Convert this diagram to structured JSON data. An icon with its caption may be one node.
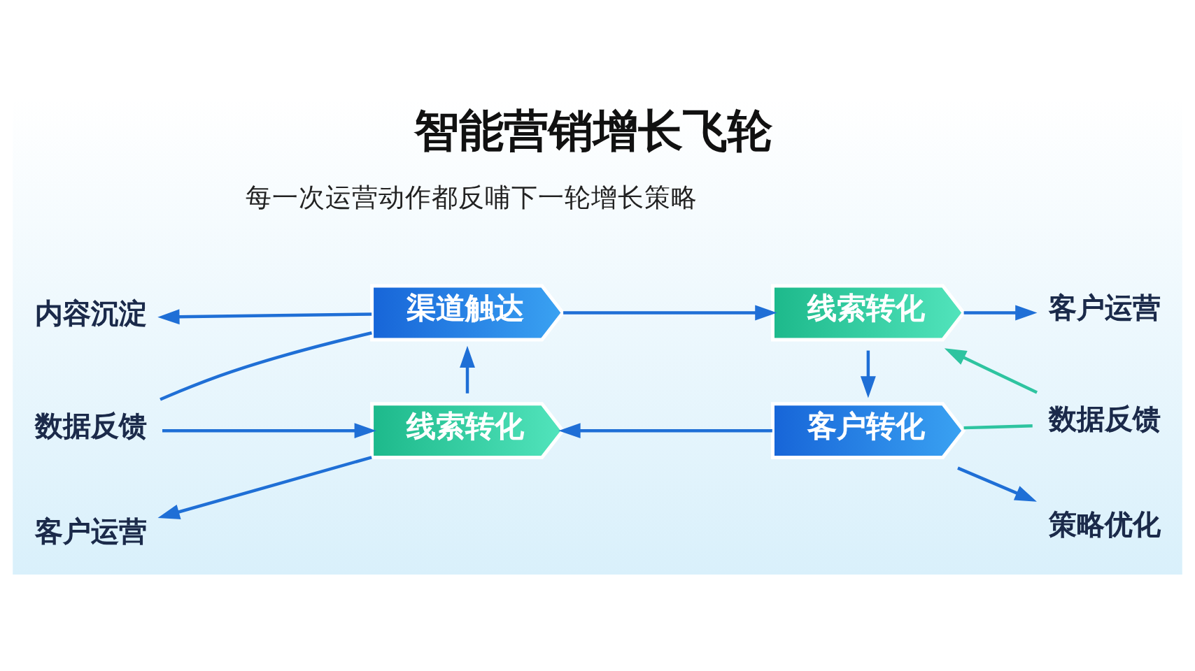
{
  "diagram": {
    "title": "智能营销增长飞轮",
    "nodes": [
      {
        "text": [
          "内容沉淀"
        ]
      },
      {
        "text": [
          "渠道触达"
        ]
      },
      {
        "text": [
          "线索转化"
        ]
      },
      {
        "text": [
          "客户运营"
        ]
      },
      {
        "text": [
          "数据反馈"
        ]
      },
      {
        "text": [
          "数据反馈"
        ]
      },
      {
        "text": [
          "客户运营"
        ]
      },
      {
        "text": [
          "线索转化"
        ]
      },
      {
        "text": [
          "客户转化"
        ]
      },
      {
        "text": [
          "策略优化"
        ]
      }
    ],
    "edges": [
      {
        "from": 1,
        "to": 2,
        "arrow": "to"
      },
      {
        "from": 2,
        "to": 8,
        "arrow": "to"
      },
      {
        "from": 8,
        "to": 7,
        "arrow": "to"
      },
      {
        "from": 7,
        "to": 1,
        "arrow": "to"
      },
      {
        "from": 1,
        "to": 0,
        "arrow": "to"
      },
      {
        "from": 2,
        "to": 3,
        "arrow": "to"
      },
      {
        "from": 7,
        "to": 6,
        "arrow": "to"
      },
      {
        "from": 8,
        "to": 9,
        "arrow": "to"
      },
      {
        "from": 1,
        "to": 4,
        "arrow": "none"
      },
      {
        "from": 4,
        "to": 7,
        "arrow": "to"
      },
      {
        "from": 8,
        "to": 5,
        "arrow": "none",
        "color": "#2ec4a0"
      },
      {
        "from": 5,
        "to": 2,
        "arrow": "to",
        "color": "#2ec4a0"
      }
    ],
    "labels": [
      "每一次运营动作都反哺下一轮增长策略"
    ]
  }
}
